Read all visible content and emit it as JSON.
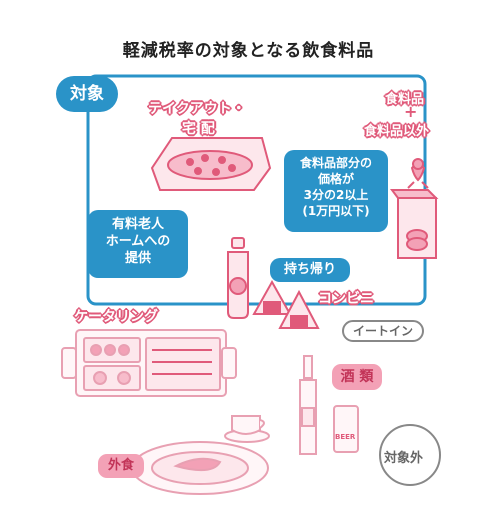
{
  "title": "軽減税率の対象となる飲食料品",
  "tag_target": "対象",
  "tag_not_target": "対象外",
  "takeout": {
    "line1": "テイクアウト・",
    "line2": "宅 配"
  },
  "food_mixed": {
    "line1": "食料品",
    "plus": "+",
    "line2": "食料品以外"
  },
  "food_condition": {
    "line1": "食料品部分の",
    "line2": "価格が",
    "line3": "3分の2以上",
    "line4": "(1万円以下)"
  },
  "nursing": {
    "line1": "有料老人",
    "line2": "ホームへの",
    "line3": "提供"
  },
  "catering": "ケータリング",
  "takehome": "持ち帰り",
  "convenience": "コンビニ",
  "eat_in": "イートイン",
  "alcohol": "酒 類",
  "dining_out": "外食",
  "beer_label": "BEER",
  "colors": {
    "blue": "#2a93c8",
    "pink": "#e05a7a",
    "light_pink": "#f3a1b6",
    "gray": "#888888"
  }
}
